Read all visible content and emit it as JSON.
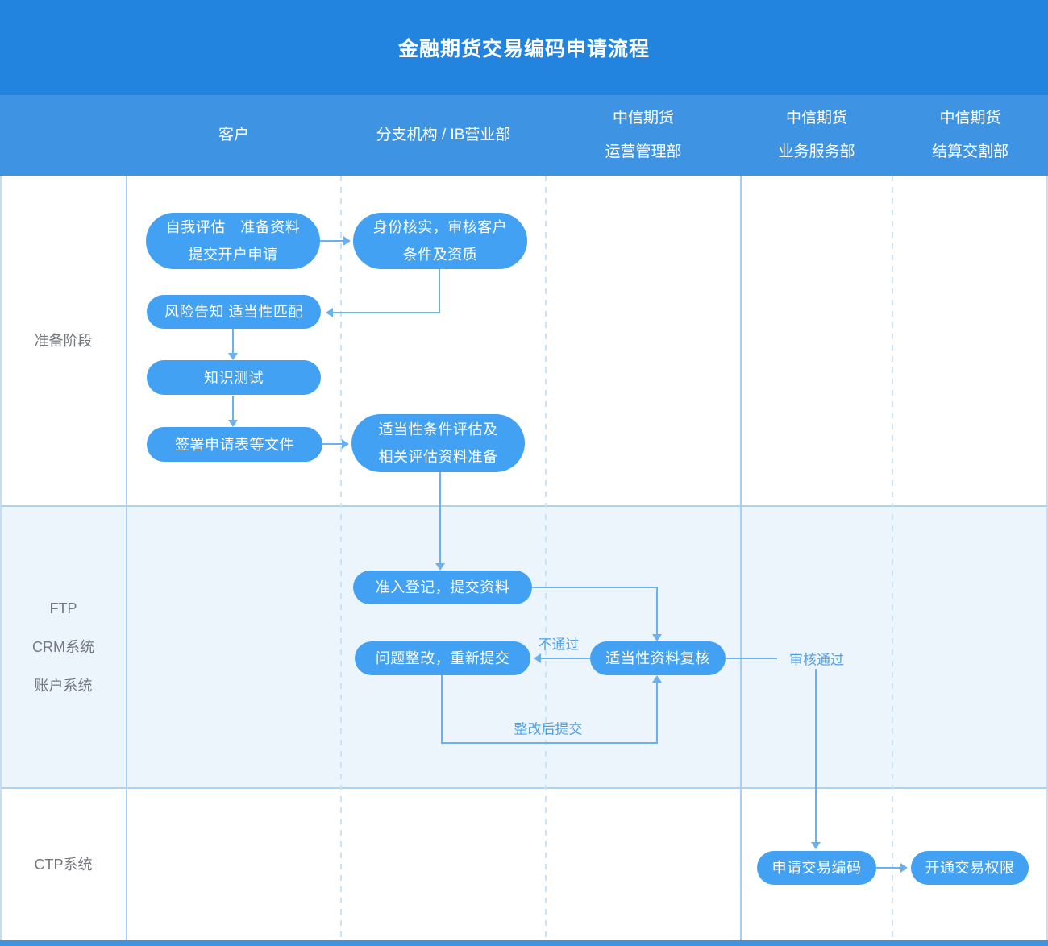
{
  "title": "金融期货交易编码申请流程",
  "columns": [
    {
      "id": "customer",
      "line1": "客户",
      "line2": ""
    },
    {
      "id": "branch",
      "line1": "分支机构 / IB营业部",
      "line2": ""
    },
    {
      "id": "operations",
      "line1": "中信期货",
      "line2": "运营管理部"
    },
    {
      "id": "service",
      "line1": "中信期货",
      "line2": "业务服务部"
    },
    {
      "id": "settlement",
      "line1": "中信期货",
      "line2": "结算交割部"
    }
  ],
  "rows": [
    {
      "id": "preparation",
      "label_lines": [
        "准备阶段"
      ]
    },
    {
      "id": "ftp-crm-account",
      "label_lines": [
        "FTP",
        "CRM系统",
        "账户系统"
      ]
    },
    {
      "id": "ctp",
      "label_lines": [
        "CTP系统"
      ]
    }
  ],
  "nodes": {
    "self_assessment": {
      "line1": "自我评估　准备资料",
      "line2": "提交开户申请"
    },
    "identity_check": {
      "line1": "身份核实，审核客户",
      "line2": "条件及资质"
    },
    "risk_disclosure": {
      "line1": "风险告知 适当性匹配",
      "line2": ""
    },
    "knowledge_test": {
      "line1": "知识测试",
      "line2": ""
    },
    "sign_application": {
      "line1": "签署申请表等文件",
      "line2": ""
    },
    "suitability_eval": {
      "line1": "适当性条件评估及",
      "line2": "相关评估资料准备"
    },
    "entry_register": {
      "line1": "准入登记，提交资料",
      "line2": ""
    },
    "material_review": {
      "line1": "适当性资料复核",
      "line2": ""
    },
    "rectify_resubmit": {
      "line1": "问题整改，重新提交",
      "line2": ""
    },
    "apply_trade_code": {
      "line1": "申请交易编码",
      "line2": ""
    },
    "enable_trade_auth": {
      "line1": "开通交易权限",
      "line2": ""
    }
  },
  "edge_labels": {
    "fail": "不通过",
    "resubmit_after_fix": "整改后提交",
    "approved": "审核通过"
  },
  "colors": {
    "title_bar": "#2284DE",
    "header_row": "#3E93E3",
    "node_fill": "#42A1F2",
    "node_text": "#ffffff",
    "connector": "#6BB1F0",
    "edge_label_text": "#4D9FE9",
    "section2_background": "#EDF5FC",
    "grid_solid_line": "#A9CFF0",
    "grid_dashed_line": "#C9E4F8",
    "row_label_text": "#74787D",
    "bottom_bar": "#3E93E3"
  }
}
